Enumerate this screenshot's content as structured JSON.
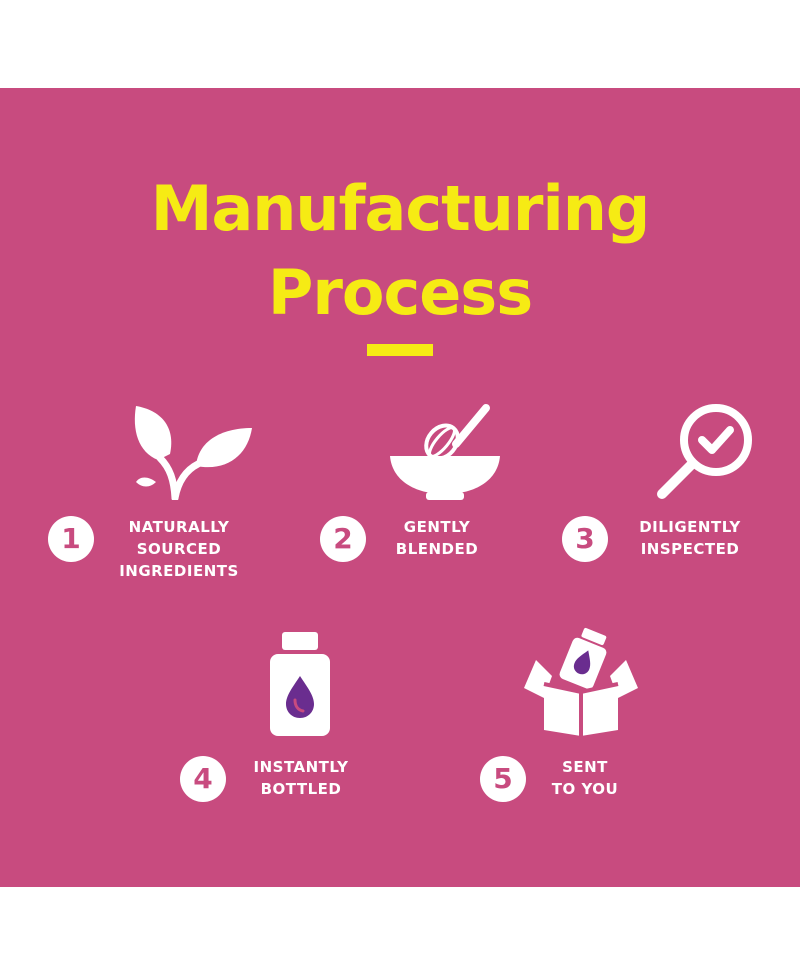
{
  "title": {
    "line1": "Manufacturing",
    "line2": "Process"
  },
  "colors": {
    "background": "#c84b7f",
    "accent": "#f6eb14",
    "icon": "#ffffff",
    "drop": "#6a2d8f"
  },
  "steps": [
    {
      "number": "1",
      "icon": "leaf-sprout-icon",
      "lines": [
        "NATURALLY",
        "SOURCED",
        "INGREDIENTS"
      ]
    },
    {
      "number": "2",
      "icon": "mixing-bowl-whisk-icon",
      "lines": [
        "GENTLY",
        "BLENDED"
      ]
    },
    {
      "number": "3",
      "icon": "magnifier-check-icon",
      "lines": [
        "DILIGENTLY",
        "INSPECTED"
      ]
    },
    {
      "number": "4",
      "icon": "bottle-drop-icon",
      "lines": [
        "INSTANTLY",
        "BOTTLED"
      ]
    },
    {
      "number": "5",
      "icon": "box-bottle-icon",
      "lines": [
        "SENT",
        "TO YOU"
      ]
    }
  ]
}
